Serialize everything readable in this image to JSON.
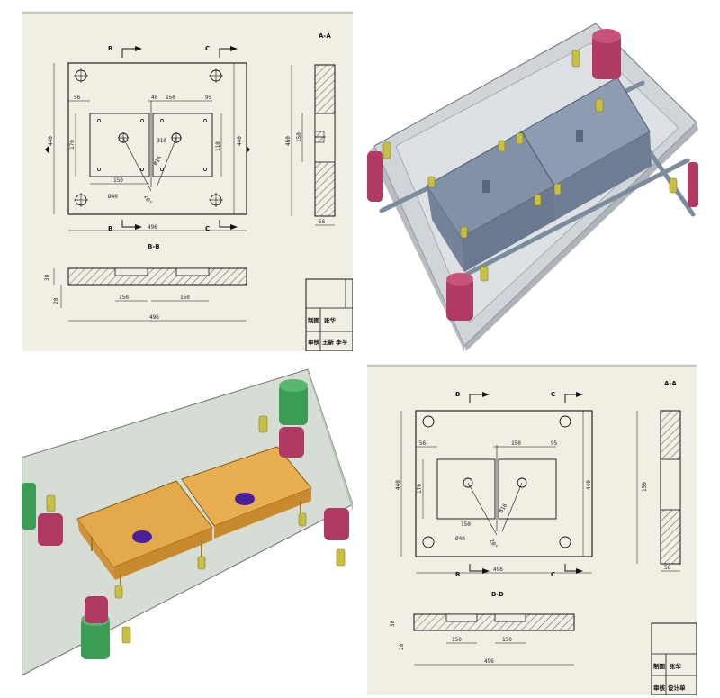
{
  "drawing": {
    "section_title": "A-A",
    "arrow_b": "B",
    "arrow_c": "C",
    "section_b": "B",
    "section_c": "C",
    "view_label": "B-B",
    "dims": {
      "left_small": "56",
      "top_a": "40",
      "top_b": "150",
      "top_c": "95",
      "inner_h": "170",
      "inner_w": "150",
      "right_inner": "110",
      "left_total": "440",
      "right_total": "440",
      "diam_large": "Ø40",
      "diam_small": "Ø10",
      "diam_mid": "Ø16",
      "angle": "20°",
      "bottom_total": "496",
      "side_height": "460",
      "side_inner": "150",
      "side_bottom": "56",
      "section_h1": "30",
      "section_h2": "20",
      "section_w1": "150",
      "section_w2": "150",
      "section_total": "496"
    },
    "title_block": {
      "row1_a": "制图",
      "row1_b": "张华",
      "row2_a": "审核",
      "row2_b": "王新 李平",
      "row2_c": "设计单"
    }
  },
  "colors": {
    "paper": "#f1efe3",
    "plate": "#c9cfd3",
    "cavity_blue": "#8796ab",
    "pillar_red": "#b03a63",
    "pillar_green": "#3d9c54",
    "pin_yellow": "#c8c044",
    "tray_orange": "#e4a94a",
    "gate_purple": "#4a1f9c"
  }
}
